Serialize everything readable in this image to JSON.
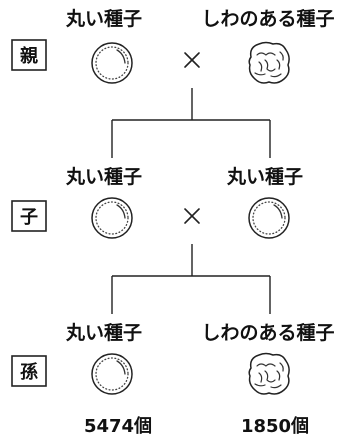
{
  "diagram": {
    "parents": {
      "label": "親",
      "left": {
        "seed": "丸い種子",
        "icon": "round-seed-icon"
      },
      "right": {
        "seed": "しわのある種子",
        "icon": "wrinkled-seed-icon"
      },
      "operator": "×"
    },
    "children": {
      "label": "子",
      "left": {
        "seed": "丸い種子",
        "icon": "round-seed-icon"
      },
      "right": {
        "seed": "丸い種子",
        "icon": "round-seed-icon"
      },
      "operator": "×"
    },
    "grandchildren": {
      "label": "孫",
      "left": {
        "seed": "丸い種子",
        "icon": "round-seed-icon",
        "count": "5474個"
      },
      "right": {
        "seed": "しわのある種子",
        "icon": "wrinkled-seed-icon",
        "count": "1850個"
      }
    }
  }
}
